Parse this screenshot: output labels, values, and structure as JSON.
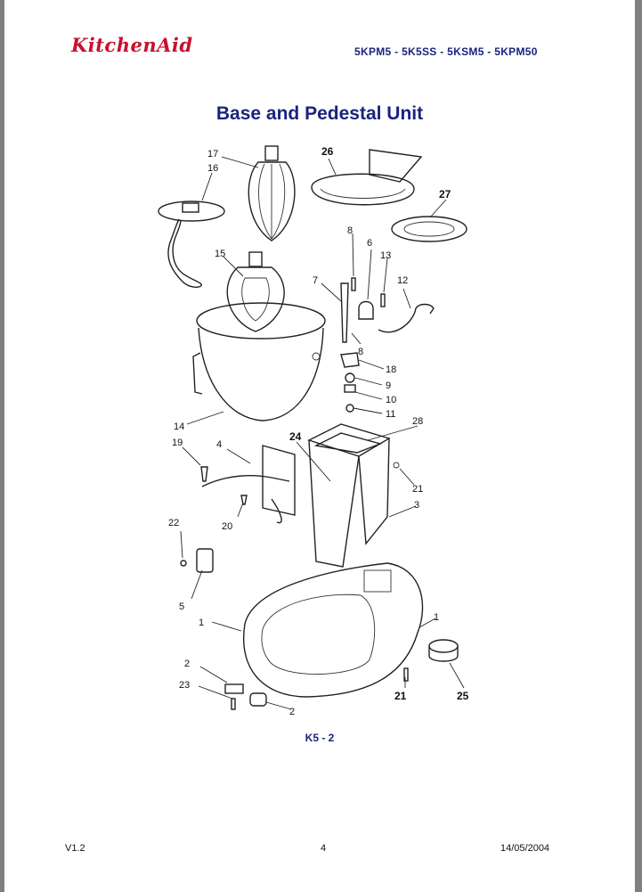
{
  "header": {
    "brand": "KitchenAid",
    "models": "5KPM5 - 5K5SS - 5KSM5 - 5KPM50"
  },
  "title": "Base and Pedestal Unit",
  "diagram": {
    "part_labels": [
      "17",
      "16",
      "26",
      "27",
      "8",
      "6",
      "13",
      "12",
      "15",
      "7",
      "8",
      "18",
      "9",
      "10",
      "11",
      "14",
      "28",
      "24",
      "19",
      "4",
      "21",
      "3",
      "20",
      "22",
      "5",
      "1",
      "1",
      "2",
      "23",
      "2",
      "21",
      "25"
    ]
  },
  "caption": "K5 - 2",
  "footer": {
    "version": "V1.2",
    "page_number": "4",
    "date": "14/05/2004"
  }
}
